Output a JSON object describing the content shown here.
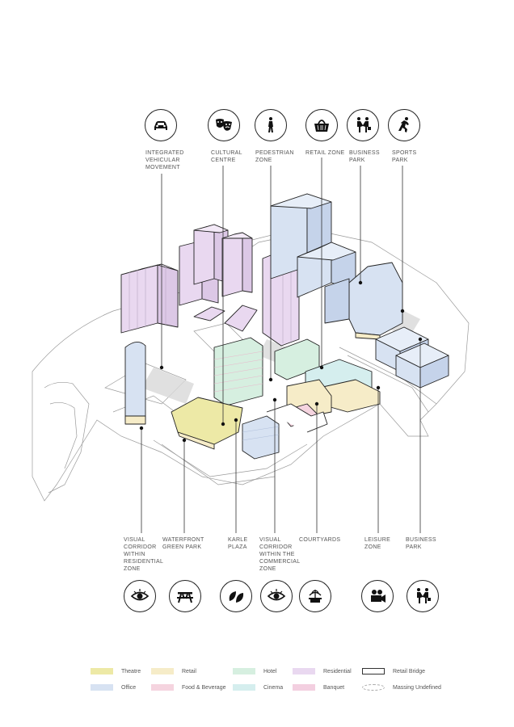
{
  "top_labels": [
    {
      "id": "vehicular",
      "text": "INTEGRATED\nVEHICULAR\nMOVEMENT",
      "icon": "car-icon"
    },
    {
      "id": "cultural",
      "text": "CULTURAL\nCENTRE",
      "icon": "theatre-masks-icon"
    },
    {
      "id": "pedestrian",
      "text": "PEDESTRIAN\nZONE",
      "icon": "walking-person-icon"
    },
    {
      "id": "retail",
      "text": "RETAIL ZONE",
      "icon": "shopping-basket-icon"
    },
    {
      "id": "business",
      "text": "BUSINESS\nPARK",
      "icon": "handshake-people-icon"
    },
    {
      "id": "sports",
      "text": "SPORTS\nPARK",
      "icon": "running-person-icon"
    }
  ],
  "bottom_labels": [
    {
      "id": "visual-residential",
      "text": "VISUAL\nCORRIDOR\nWITHIN\nRESIDENTIAL\nZONE",
      "icon": "eye-icon"
    },
    {
      "id": "waterfront",
      "text": "WATERFRONT\nGREEN PARK",
      "icon": "picnic-table-icon"
    },
    {
      "id": "karle",
      "text": "KARLE\nPLAZA",
      "icon": "leaves-icon"
    },
    {
      "id": "visual-commercial",
      "text": "VISUAL\nCORRIDOR\nWITHIN THE\nCOMMERCIAL\nZONE",
      "icon": "eye-icon"
    },
    {
      "id": "courtyards",
      "text": "COURTYARDS",
      "icon": "fountain-icon"
    },
    {
      "id": "leisure",
      "text": "LEISURE\nZONE",
      "icon": "movie-camera-icon"
    },
    {
      "id": "business2",
      "text": "BUSINESS\nPARK",
      "icon": "handshake-people-icon"
    }
  ],
  "legend": [
    {
      "label": "Theatre",
      "color": "#ede9a6",
      "outline": false
    },
    {
      "label": "Retail",
      "color": "#f6ecc8",
      "outline": false
    },
    {
      "label": "Hotel",
      "color": "#d6efe0",
      "outline": false
    },
    {
      "label": "Residential",
      "color": "#e9d8f0",
      "outline": false
    },
    {
      "label": "Retail Bridge",
      "color": "#ffffff",
      "outline": true
    },
    {
      "label": "Office",
      "color": "#d7e2f2",
      "outline": false
    },
    {
      "label": "Food & Beverage",
      "color": "#f5d4df",
      "outline": false
    },
    {
      "label": "Cinema",
      "color": "#d5eeee",
      "outline": false
    },
    {
      "label": "Banquet",
      "color": "#f3cfe0",
      "outline": false
    },
    {
      "label": "Massing Undefined",
      "color": "#ffffff",
      "outline": "dashed"
    }
  ],
  "colors": {
    "theatre": "#ede9a6",
    "retail": "#f6ecc8",
    "hotel": "#d6efe0",
    "residential": "#e9d8f0",
    "office": "#d7e2f2",
    "fnb": "#f5d4df",
    "cinema": "#d5eeee",
    "banquet": "#f3cfe0",
    "line": "#222222"
  }
}
